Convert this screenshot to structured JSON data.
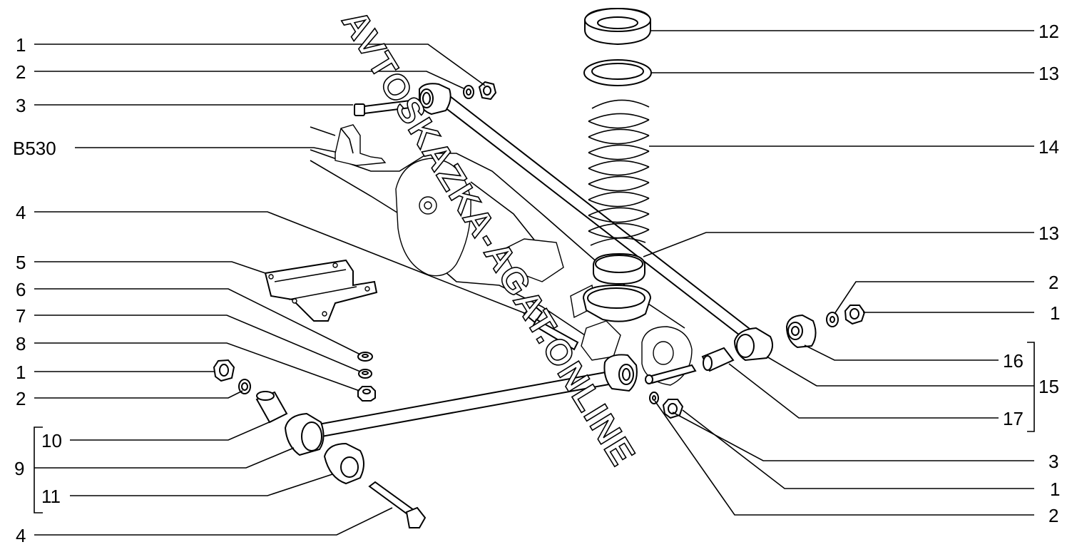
{
  "watermark": "AVTOSKAZKA-AGAT.ONLINE",
  "labels": {
    "l_1a": "1",
    "l_2a": "2",
    "l_3a": "3",
    "l_b530": "B530",
    "l_4a": "4",
    "l_5": "5",
    "l_6": "6",
    "l_7": "7",
    "l_8": "8",
    "l_1b": "1",
    "l_2b": "2",
    "l_10": "10",
    "l_9": "9",
    "l_11": "11",
    "l_4b": "4",
    "r_12": "12",
    "r_13a": "13",
    "r_14": "14",
    "r_13b": "13",
    "r_2a": "2",
    "r_1a": "1",
    "r_16": "16",
    "r_15": "15",
    "r_17": "17",
    "r_3": "3",
    "r_1b": "1",
    "r_2b": "2"
  },
  "colors": {
    "line": "#000000",
    "background": "#ffffff"
  }
}
